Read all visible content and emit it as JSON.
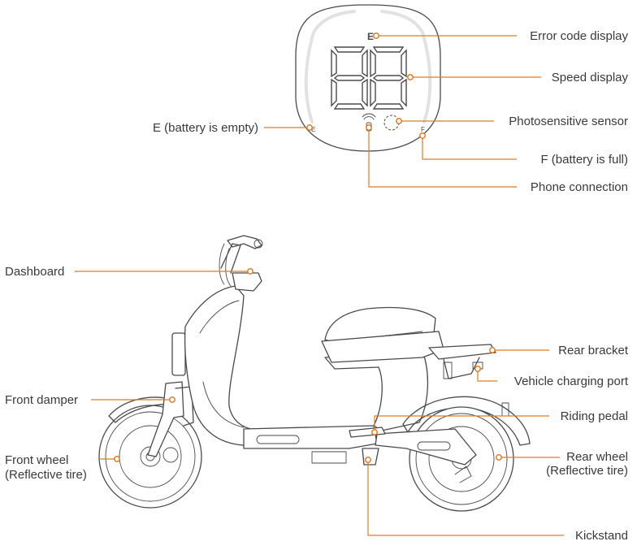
{
  "dashboard_labels": {
    "error_code": "Error code display",
    "speed": "Speed display",
    "sensor": "Photosensitive sensor",
    "battery_empty": "E (battery is empty)",
    "battery_full": "F (battery is full)",
    "phone": "Phone connection"
  },
  "dashboard_marks": {
    "error_letter": "E",
    "empty_letter": "E",
    "full_letter": "F"
  },
  "scooter_labels": {
    "dashboard": "Dashboard",
    "front_damper": "Front damper",
    "front_wheel_1": "Front wheel",
    "front_wheel_2": "(Reflective tire)",
    "rear_bracket": "Rear bracket",
    "charging_port": "Vehicle charging port",
    "riding_pedal": "Riding pedal",
    "rear_wheel_1": "Rear wheel",
    "rear_wheel_2": "(Reflective tire)",
    "kickstand": "Kickstand"
  },
  "colors": {
    "leader": "#e07b24",
    "text": "#3a3a3a",
    "outline": "#4a4a4a"
  }
}
